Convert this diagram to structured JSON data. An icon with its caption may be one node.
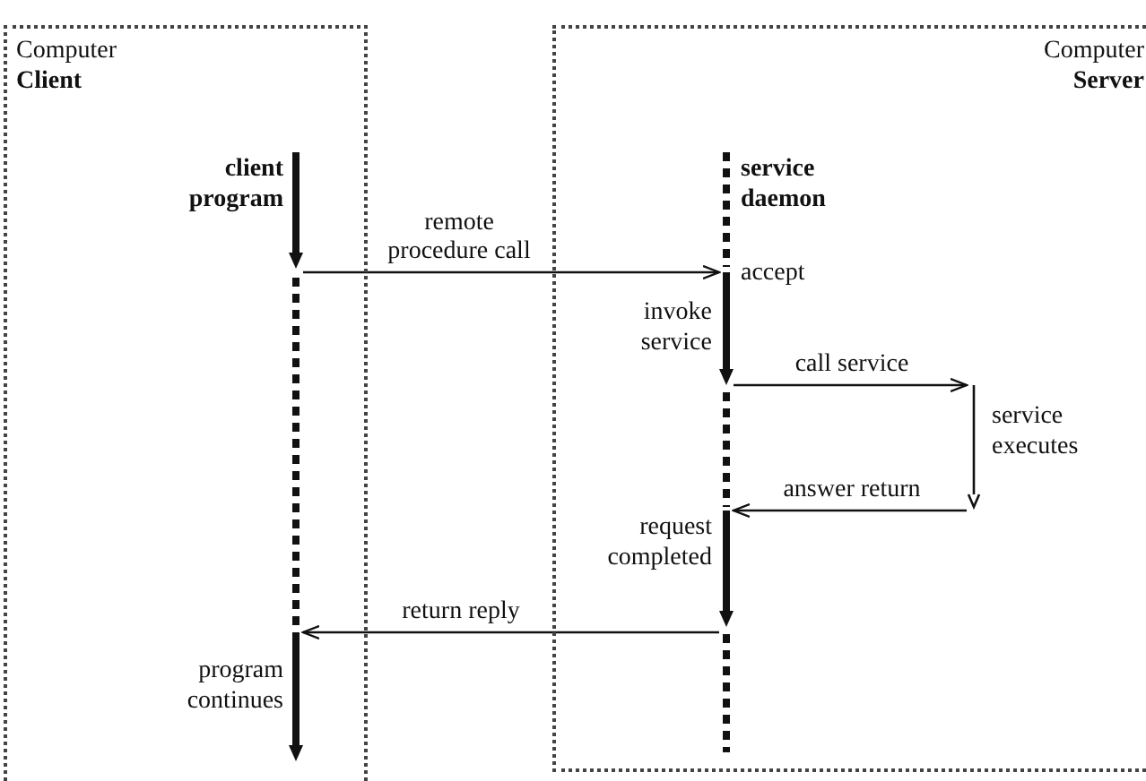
{
  "diagram": {
    "nodes": [
      {
        "text": [
          "Computer",
          "Client"
        ]
      },
      {
        "text": [
          "Computer",
          "Server"
        ]
      },
      {
        "text": [],
        "shape": "bar",
        "in": 0,
        "beside": [
          "client program",
          "program continues"
        ]
      },
      {
        "text": [],
        "shape": "bar",
        "in": 1,
        "beside": [
          "service daemon",
          "accept",
          "invoke service",
          "request completed"
        ]
      },
      {
        "text": [],
        "shape": "bar",
        "in": 1,
        "beside": [
          "service executes"
        ]
      }
    ],
    "edges": [
      {
        "from": 2,
        "to": 3,
        "arrow": "to",
        "label": "remote procedure call"
      },
      {
        "from": 3,
        "to": 4,
        "arrow": "to",
        "label": "call service"
      },
      {
        "from": 4,
        "to": 3,
        "arrow": "to",
        "label": "answer return"
      },
      {
        "from": 3,
        "to": 2,
        "arrow": "to",
        "label": "return reply"
      }
    ]
  }
}
